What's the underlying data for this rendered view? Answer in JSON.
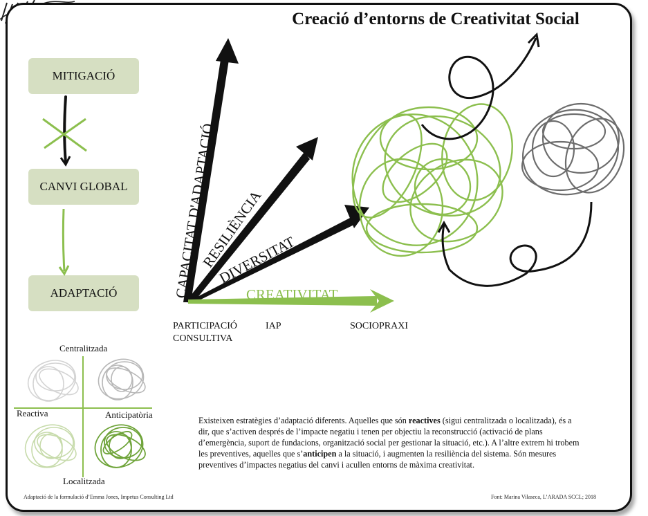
{
  "title": "Creació d’entorns de Creativitat Social",
  "flow": {
    "box1": "MITIGACIÓ",
    "box2": "CANVI GLOBAL",
    "box3": "ADAPTACIÓ"
  },
  "vectors": {
    "v1": "CAPACITAT D'ADAPTACIÓ",
    "v2": "RESILIÈNCIA",
    "v3": "DIVERSITAT",
    "v4": "CREATIVITAT"
  },
  "baseline": {
    "l1a": "PARTICIPACIÓ",
    "l1b": "CONSULTIVA",
    "l2": "IAP",
    "l3": "SOCIOPRAXI"
  },
  "quadrant": {
    "top": "Centralitzada",
    "left": "Reactiva",
    "right": "Anticipatòria",
    "bottom": "Localitzada"
  },
  "paragraph": {
    "p1": "Existeixen estratègies d’adaptació diferents. Aquelles que són ",
    "b1": "reactives",
    "p2": " (sigui centralitzada o localitzada), és a dir, que s’activen després de l’impacte negatiu i tenen per objectiu la reconstrucció (activació de plans d’emergència, suport de fundacions, organització social per gestionar la situació, etc.). A l’altre extrem hi trobem les preventives, aquelles que s’",
    "b2": "anticipen",
    "p3": " a la situació, i augmenten la resiliència del sistema. Són mesures preventives d’impactes negatius del canvi i acullen entorns de màxima creativitat."
  },
  "footer": {
    "left": "Adaptació de la formulació d’Emma Jones, Impetus Consulting Ltd",
    "right": "Font: Marina Vilaseca, L’ARADA SCCL; 2018"
  },
  "colors": {
    "green": "#8cbf4e",
    "box": "#d6dfc2",
    "grey": "#6d6d6d"
  }
}
